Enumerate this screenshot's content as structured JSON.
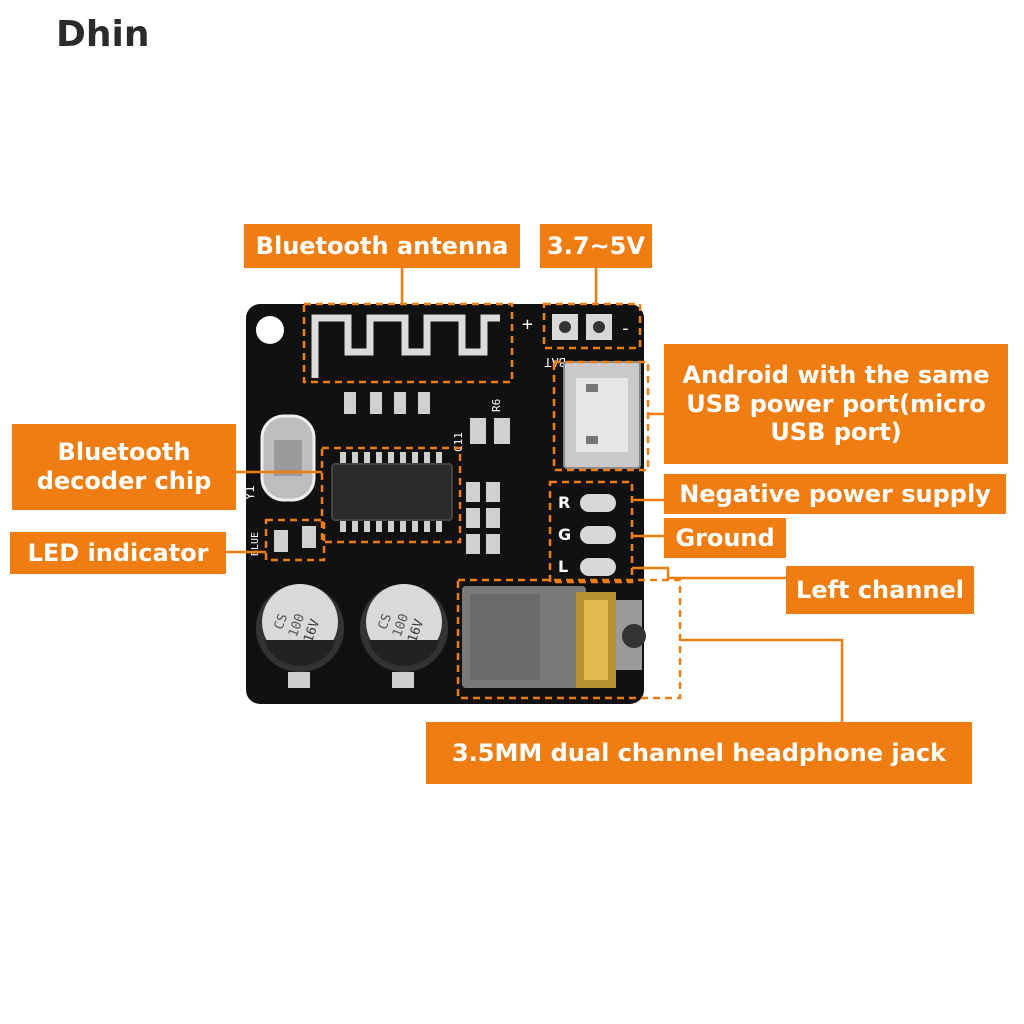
{
  "brand": "Dhin",
  "colors": {
    "accent": "#f07d12",
    "board": "#111111",
    "text_on_accent": "#ffffff"
  },
  "labels": {
    "bluetooth_antenna": "Bluetooth antenna",
    "voltage": "3.7~5V",
    "android_usb": "Android with the same USB power port(micro USB port)",
    "bluetooth_decoder": "Bluetooth decoder chip",
    "negative_power": "Negative power supply",
    "led_indicator": "LED indicator",
    "ground": "Ground",
    "left_channel": "Left channel",
    "headphone_jack": "3.5MM dual channel headphone jack"
  },
  "board_marks": {
    "plus": "+",
    "minus": "-",
    "bat": "BAT",
    "y1": "Y1",
    "c11": "C11",
    "r6": "R6",
    "r": "R",
    "g": "G",
    "l": "L",
    "blue": "BLUE",
    "cap_brand": "CS",
    "cap_value": "100",
    "cap_voltage": "16V"
  }
}
